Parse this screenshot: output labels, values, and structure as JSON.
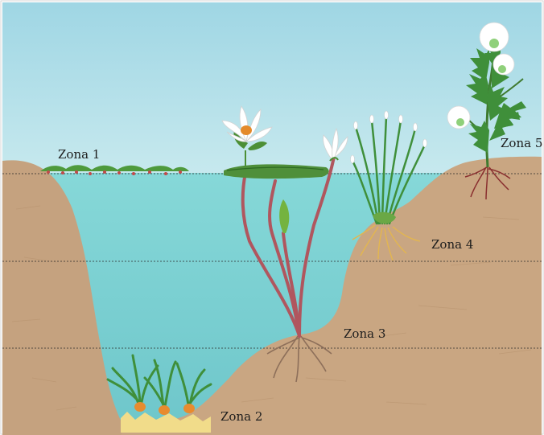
{
  "diagram": {
    "zones": [
      {
        "id": "zona-1",
        "label": "Zona 1"
      },
      {
        "id": "zona-2",
        "label": "Zona 2"
      },
      {
        "id": "zona-3",
        "label": "Zona 3"
      },
      {
        "id": "zona-4",
        "label": "Zona 4"
      },
      {
        "id": "zona-5",
        "label": "Zona 5"
      }
    ],
    "colors": {
      "sky": "#a9dbe6",
      "water": "#7fd3d3",
      "soil": "#c9a682",
      "stem": "#b0565e",
      "leaf": "#3f8f3a",
      "root_yellow": "#e8c761",
      "root_red": "#8a2f2f",
      "flower_white": "#ffffff",
      "flower_center": "#e48a2a"
    },
    "icons": [
      "floating-plants-icon",
      "submerged-plants-icon",
      "water-lily-icon",
      "emergent-reed-icon",
      "shore-plant-icon"
    ]
  }
}
